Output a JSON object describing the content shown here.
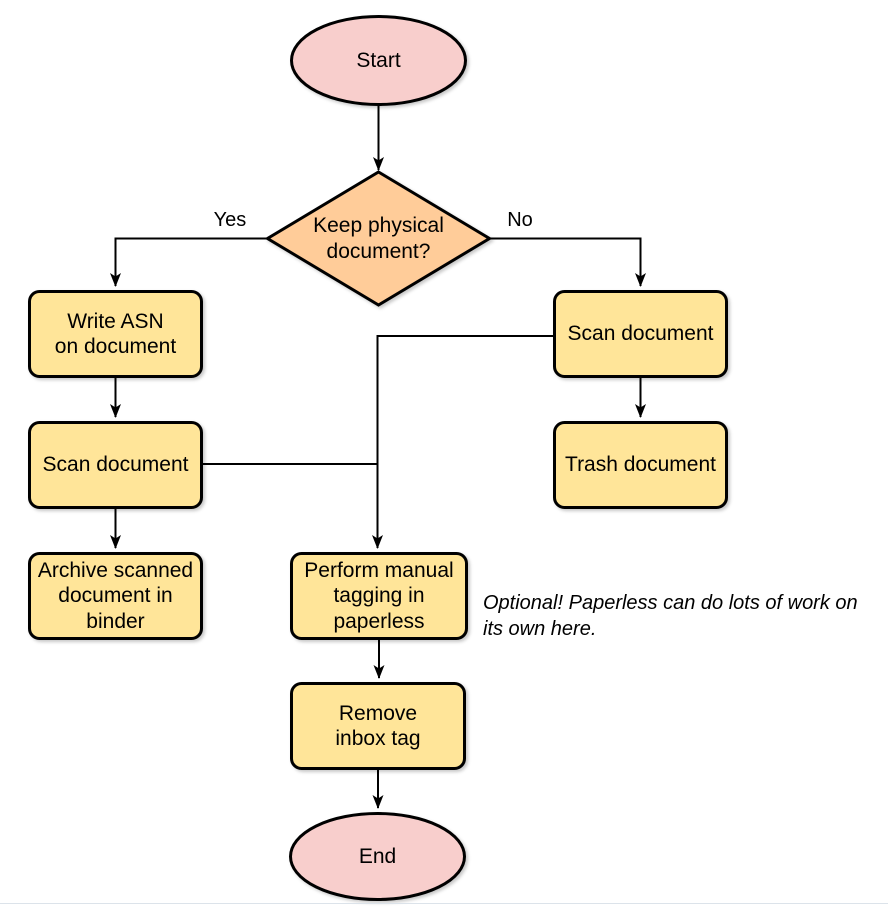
{
  "diagram": {
    "type": "flowchart",
    "colors": {
      "terminal_fill": "#f8cecc",
      "decision_fill": "#ffcc99",
      "process_fill": "#ffe599",
      "stroke": "#000000",
      "text": "#000000",
      "divider": "#dce3ea"
    },
    "nodes": {
      "start": {
        "shape": "ellipse",
        "label": "Start"
      },
      "decision_keep_physical": {
        "shape": "diamond",
        "label": "Keep physical\ndocument?"
      },
      "write_asn": {
        "shape": "rect",
        "label": "Write ASN\non document"
      },
      "scan_document_left": {
        "shape": "rect",
        "label": "Scan document"
      },
      "archive_in_binder": {
        "shape": "rect",
        "label": "Archive scanned\ndocument in\nbinder"
      },
      "scan_document_right": {
        "shape": "rect",
        "label": "Scan document"
      },
      "trash_document": {
        "shape": "rect",
        "label": "Trash document"
      },
      "manual_tagging": {
        "shape": "rect",
        "label": "Perform manual\ntagging in\npaperless"
      },
      "remove_inbox_tag": {
        "shape": "rect",
        "label": "Remove\ninbox tag"
      },
      "end": {
        "shape": "ellipse",
        "label": "End"
      }
    },
    "edge_labels": {
      "yes": "Yes",
      "no": "No"
    },
    "note": "Optional! Paperless can do lots of work on\nits own here."
  }
}
